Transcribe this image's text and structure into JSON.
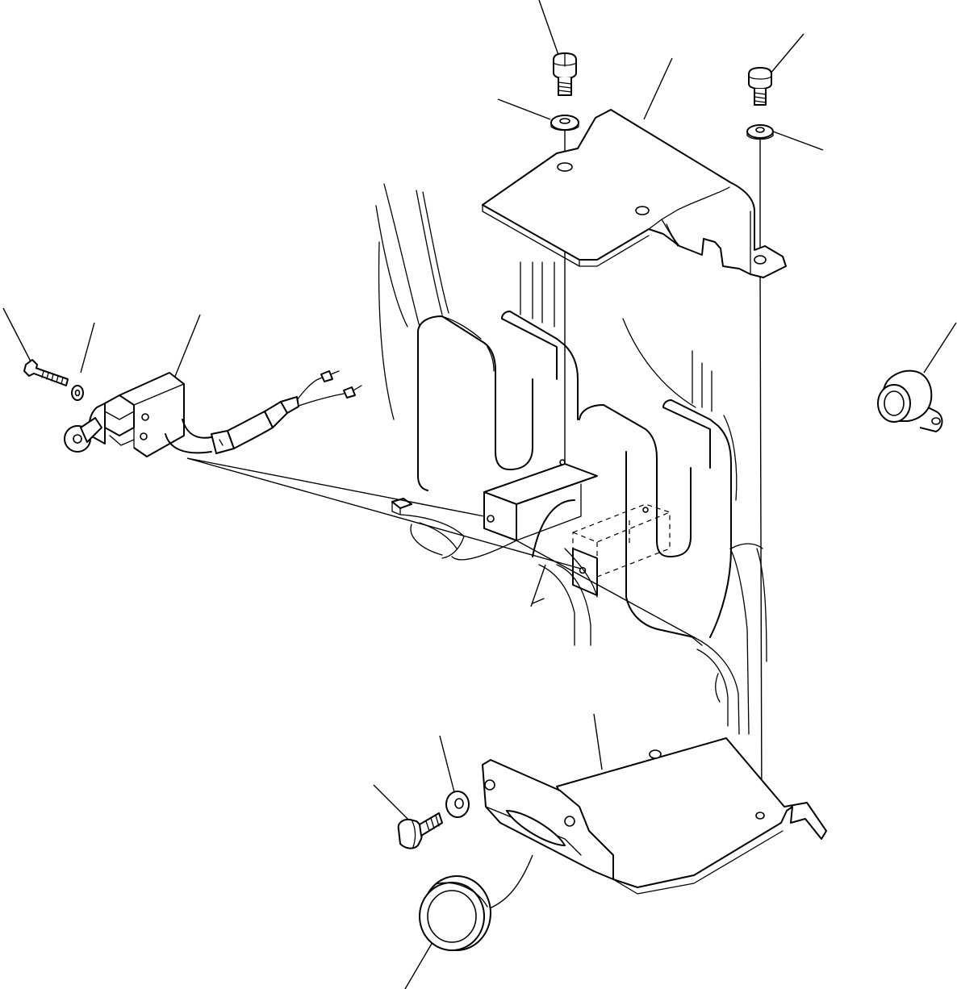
{
  "diagram": {
    "type": "exploded-parts-view",
    "line_color": "#000000",
    "background": "#ffffff",
    "parts": [
      "bolt-top-left",
      "washer-top-left",
      "upper-bracket",
      "bolt-top-right",
      "washer-top-right",
      "bolt-left",
      "washer-left",
      "limit-switch",
      "switch-harness",
      "clamp-right",
      "lower-bracket",
      "bolt-lower",
      "washer-lower",
      "grommet-lower"
    ]
  }
}
